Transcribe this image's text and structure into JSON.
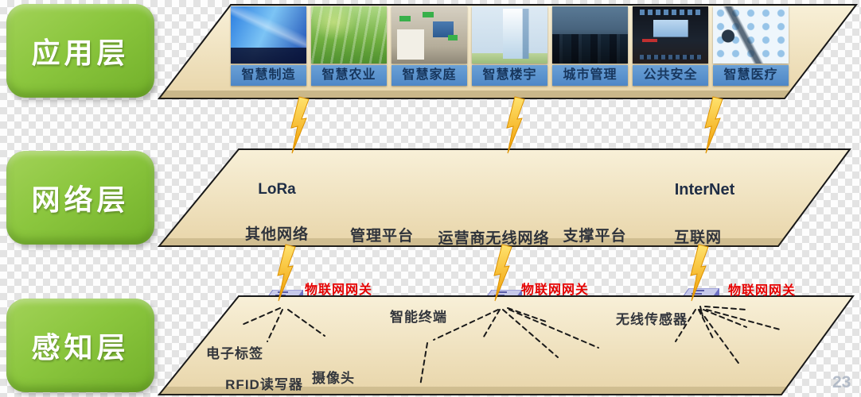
{
  "layers": {
    "application": {
      "label": "应用层"
    },
    "network": {
      "label": "网络层"
    },
    "perception": {
      "label": "感知层"
    }
  },
  "application_layer": {
    "cards": [
      {
        "label": "智慧制造",
        "image": "smart-manufacturing-photo"
      },
      {
        "label": "智慧农业",
        "image": "smart-agriculture-photo"
      },
      {
        "label": "智慧家庭",
        "image": "smart-home-photo"
      },
      {
        "label": "智慧楼宇",
        "image": "smart-building-photo"
      },
      {
        "label": "城市管理",
        "image": "city-management-photo"
      },
      {
        "label": "公共安全",
        "image": "public-safety-photo"
      },
      {
        "label": "智慧医疗",
        "image": "smart-medical-photo"
      }
    ]
  },
  "network_layer": {
    "items": [
      {
        "type": "cloud",
        "title": "LoRa",
        "label": "其他网络"
      },
      {
        "type": "lan-platform",
        "label": "管理平台"
      },
      {
        "type": "radio-tower",
        "label": "运营商无线网络"
      },
      {
        "type": "lan-platform",
        "label": "支撑平台"
      },
      {
        "type": "cloud",
        "title": "InterNet",
        "label": "互联网"
      }
    ]
  },
  "perception_layer": {
    "gateway_label": "物联网网关",
    "device_labels": {
      "tag": "电子标签",
      "rfid": "RFID读写器",
      "camera": "摄像头",
      "terminal": "智能终端",
      "sensor": "无线传感器"
    },
    "watermark": "23"
  },
  "colors": {
    "layer_green": "#8bc63e",
    "plane_tan": "#f2e6c4",
    "card_label_blue": "#4e87c6",
    "gateway_red": "#e60000",
    "bolt_yellow": "#ffc000"
  }
}
